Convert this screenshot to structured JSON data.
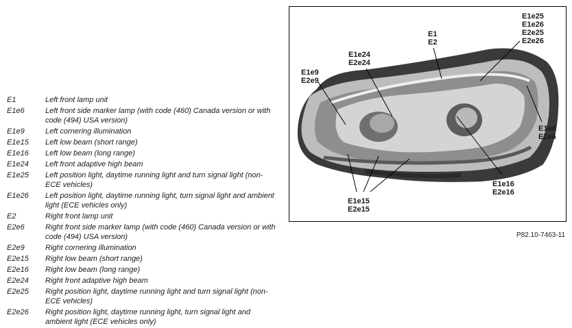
{
  "legend": [
    {
      "code": "E1",
      "desc": "Left front lamp unit"
    },
    {
      "code": "E1e6",
      "desc": "Left front side marker lamp (with code (460) Canada version or with code (494) USA version)"
    },
    {
      "code": "E1e9",
      "desc": "Left cornering illumination"
    },
    {
      "code": "E1e15",
      "desc": "Left low beam (short range)"
    },
    {
      "code": "E1e16",
      "desc": "Left low beam (long range)"
    },
    {
      "code": "E1e24",
      "desc": "Left front adaptive high beam"
    },
    {
      "code": "E1e25",
      "desc": "Left position light, daytime running light and turn signal light (non-ECE vehicles)"
    },
    {
      "code": "E1e26",
      "desc": "Left position light, daytime running light, turn signal light and ambient light (ECE vehicles only)"
    },
    {
      "code": "E2",
      "desc": "Right front lamp unit"
    },
    {
      "code": "E2e6",
      "desc": "Right front side marker lamp (with code (460) Canada version or with code (494) USA version)"
    },
    {
      "code": "E2e9",
      "desc": "Right cornering illumination"
    },
    {
      "code": "E2e15",
      "desc": "Right low beam (short range)"
    },
    {
      "code": "E2e16",
      "desc": "Right low beam (long range)"
    },
    {
      "code": "E2e24",
      "desc": "Right front adaptive high beam"
    },
    {
      "code": "E2e25",
      "desc": "Right position light, daytime running light and turn signal light (non-ECE vehicles)"
    },
    {
      "code": "E2e26",
      "desc": "Right position light, daytime running light, turn signal light and ambient light (ECE vehicles only)"
    }
  ],
  "callouts": {
    "e25_26": [
      "E1e25",
      "E1e26",
      "E2e25",
      "E2e26"
    ],
    "e1_e2": [
      "E1",
      "E2"
    ],
    "e24": [
      "E1e24",
      "E2e24"
    ],
    "e9": [
      "E1e9",
      "E2e9"
    ],
    "e6": [
      "E1e6",
      "E2e6"
    ],
    "e16": [
      "E1e16",
      "E2e16"
    ],
    "e15": [
      "E1e15",
      "E2e15"
    ]
  },
  "figure_ref": "P82.10-7463-11"
}
